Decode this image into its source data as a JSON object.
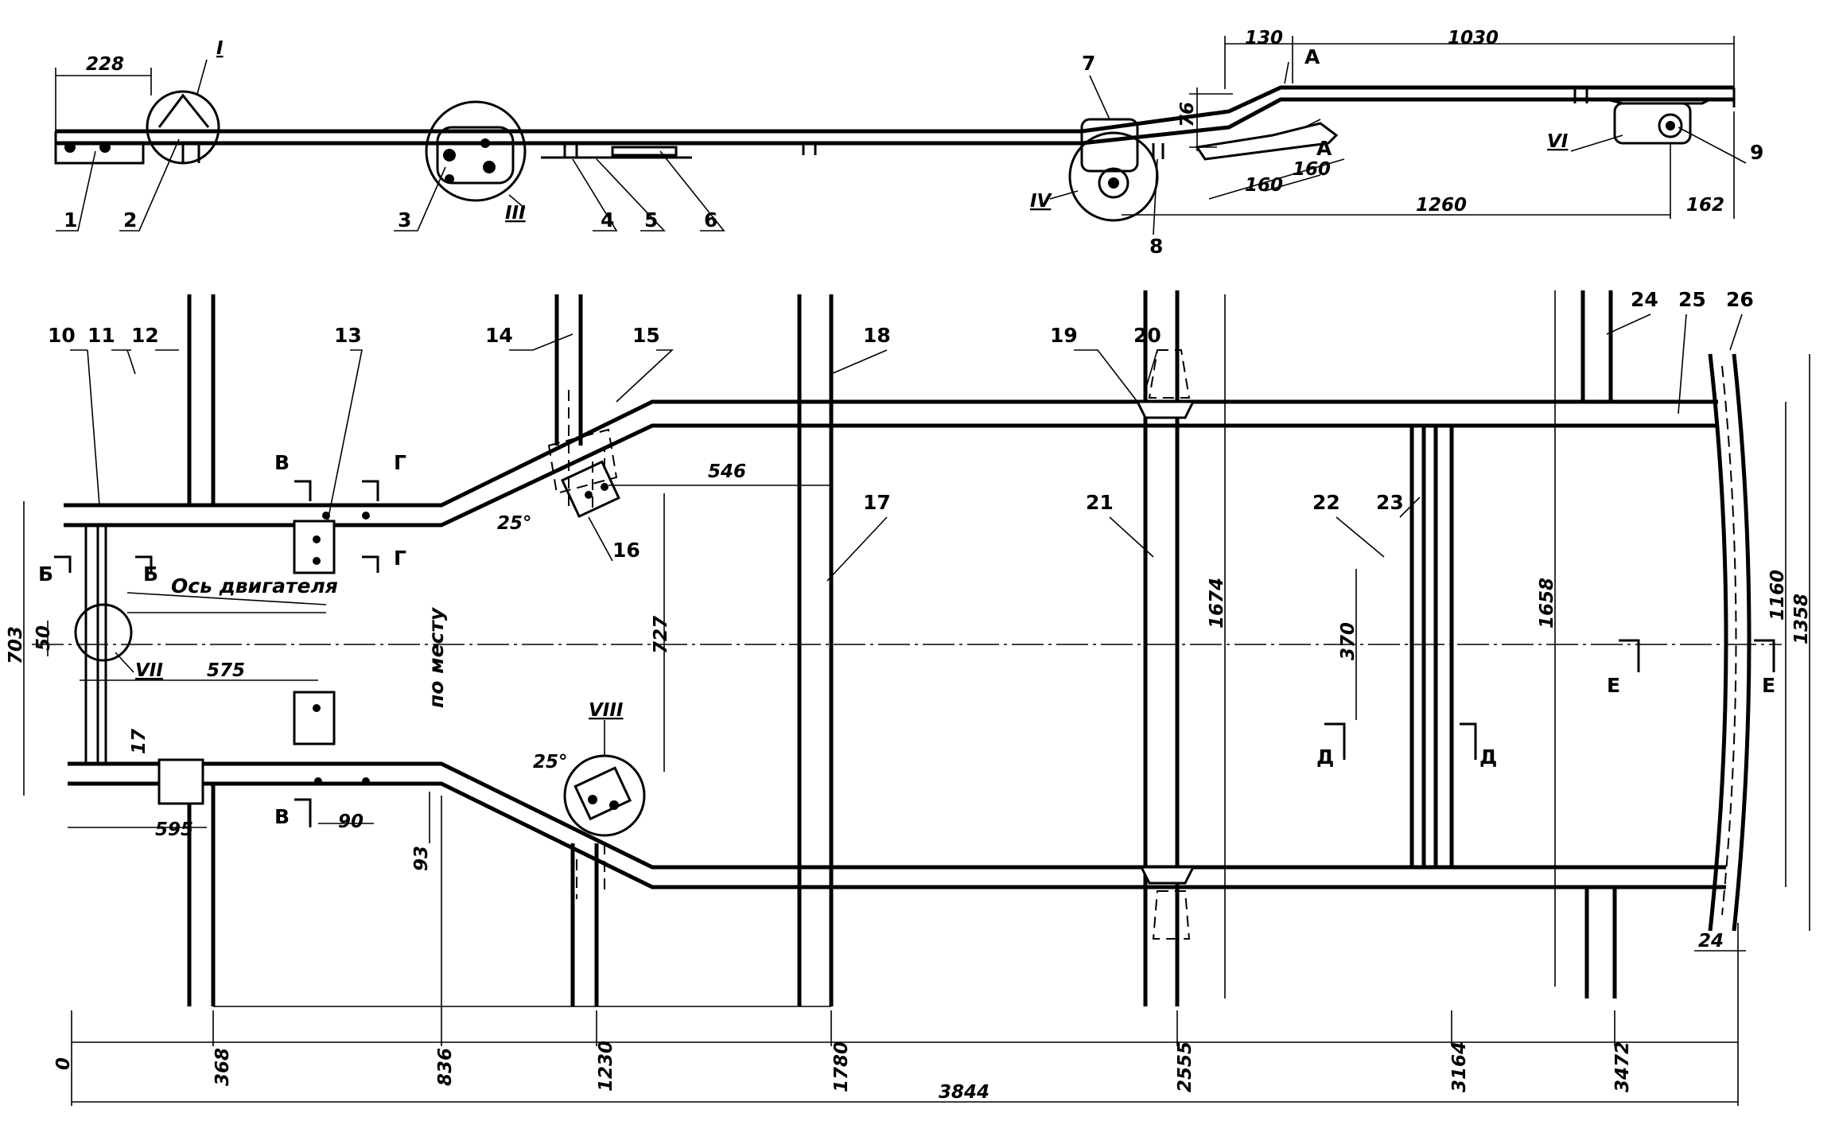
{
  "parts": [
    "1",
    "2",
    "3",
    "4",
    "5",
    "6",
    "7",
    "8",
    "9",
    "10",
    "11",
    "12",
    "13",
    "14",
    "15",
    "16",
    "17",
    "18",
    "19",
    "20",
    "21",
    "22",
    "23",
    "24",
    "25",
    "26"
  ],
  "views": [
    "I",
    "III",
    "IV",
    "VI",
    "VII",
    "VIII"
  ],
  "section_letters": {
    "a": "А",
    "b": "Б",
    "v": "В",
    "g": "Г",
    "d": "Д",
    "e": "Е"
  },
  "side_dims": {
    "d228": "228",
    "d130": "130",
    "d1030": "1030",
    "d76": "76",
    "d160a": "160",
    "d160b": "160",
    "d1260": "1260",
    "d162": "162"
  },
  "plan_dims": {
    "d546": "546",
    "d727": "727",
    "d703": "703",
    "d50": "50",
    "d575": "575",
    "d595": "595",
    "d17": "17",
    "d90": "90",
    "d93": "93",
    "d370": "370",
    "d1674": "1674",
    "d1658": "1658",
    "d1160": "1160",
    "d1358": "1358",
    "d24": "24",
    "ang1": "25°",
    "ang2": "25°"
  },
  "notes": {
    "engine_axis": "Ось двигателя",
    "in_place": "по месту"
  },
  "baseline": {
    "marks": [
      "0",
      "368",
      "836",
      "1230",
      "1780",
      "2555",
      "3164",
      "3472"
    ],
    "overall": "3844"
  }
}
